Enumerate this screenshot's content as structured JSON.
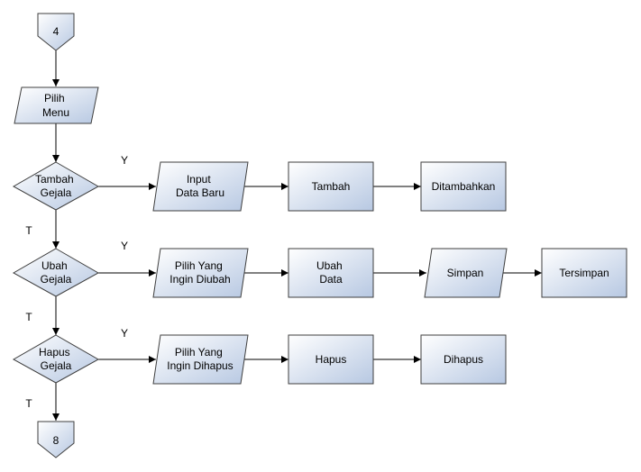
{
  "flowchart": {
    "connector_in": "4",
    "connector_out": "8",
    "pilih_menu": [
      "Pilih",
      "Menu"
    ],
    "decisions": {
      "tambah": [
        "Tambah",
        "Gejala"
      ],
      "ubah": [
        "Ubah",
        "Gejala"
      ],
      "hapus": [
        "Hapus",
        "Gejala"
      ]
    },
    "branch_yes": "Y",
    "branch_no": "T",
    "row_tambah": {
      "input": [
        "Input",
        "Data Baru"
      ],
      "process": "Tambah",
      "result": "Ditambahkan"
    },
    "row_ubah": {
      "input": [
        "Pilih Yang",
        "Ingin Diubah"
      ],
      "process": [
        "Ubah",
        "Data"
      ],
      "save": "Simpan",
      "result": "Tersimpan"
    },
    "row_hapus": {
      "input": [
        "Pilih Yang",
        "Ingin Dihapus"
      ],
      "process": "Hapus",
      "result": "Dihapus"
    }
  }
}
